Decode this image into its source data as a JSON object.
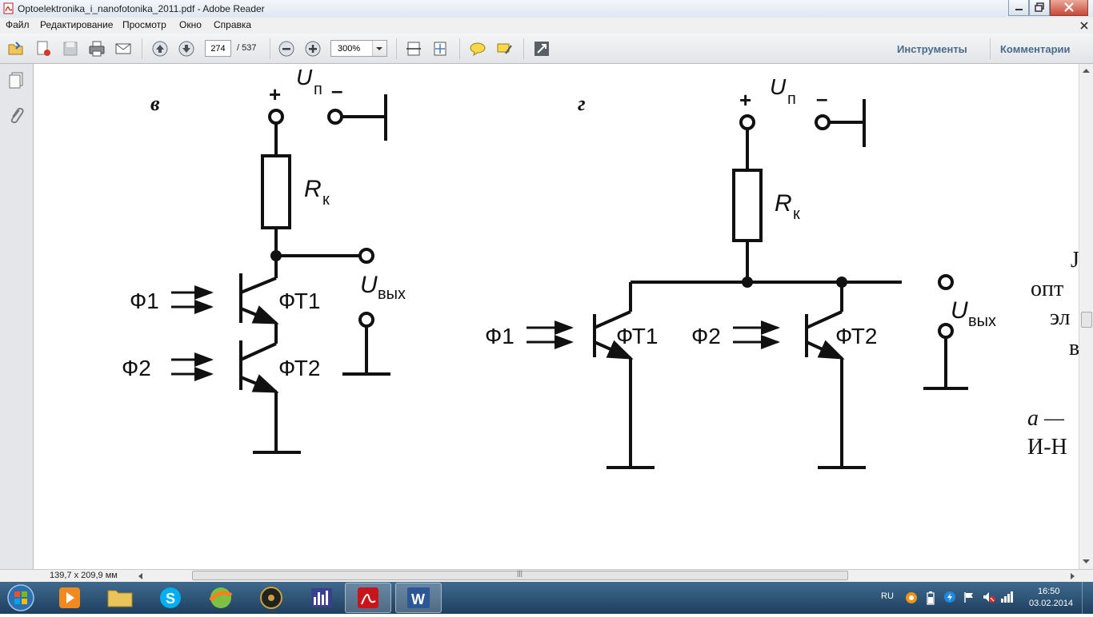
{
  "window": {
    "title": "Optoelektronika_i_nanofotonika_2011.pdf - Adobe Reader"
  },
  "menu": [
    "Файл",
    "Редактирование",
    "Просмотр",
    "Окно",
    "Справка"
  ],
  "toolbar": {
    "page_current": "274",
    "page_total": "/ 537",
    "zoom": "300%",
    "tools_label": "Инструменты",
    "comments_label": "Комментарии"
  },
  "status": {
    "page_size": "139,7 x 209,9 мм"
  },
  "document": {
    "diagram_v": {
      "label": "в",
      "plus": "+",
      "minus": "–",
      "u_supply": "U",
      "u_supply_sub": "п",
      "resistor": "R",
      "resistor_sub": "к",
      "phi1": "Ф1",
      "phi2": "Ф2",
      "ft1": "ФТ1",
      "ft2": "ФТ2",
      "u_out": "U",
      "u_out_sub": "вых"
    },
    "diagram_g": {
      "label": "г",
      "plus": "+",
      "minus": "–",
      "u_supply": "U",
      "u_supply_sub": "п",
      "resistor": "R",
      "resistor_sub": "к",
      "phi1": "Ф1",
      "phi2": "Ф2",
      "ft1": "ФТ1",
      "ft2": "ФТ2",
      "u_out": "U",
      "u_out_sub": "вых"
    },
    "side_text": [
      "J",
      "опт",
      "эл",
      "в",
      "a —",
      "И-Н"
    ]
  },
  "tray": {
    "lang": "RU",
    "time": "16:50",
    "date": "03.02.2014"
  },
  "colors": {
    "taskbar": "#2a4e70",
    "menu_bg": "#f0f0f0",
    "tool_link": "#4a6b8c"
  }
}
